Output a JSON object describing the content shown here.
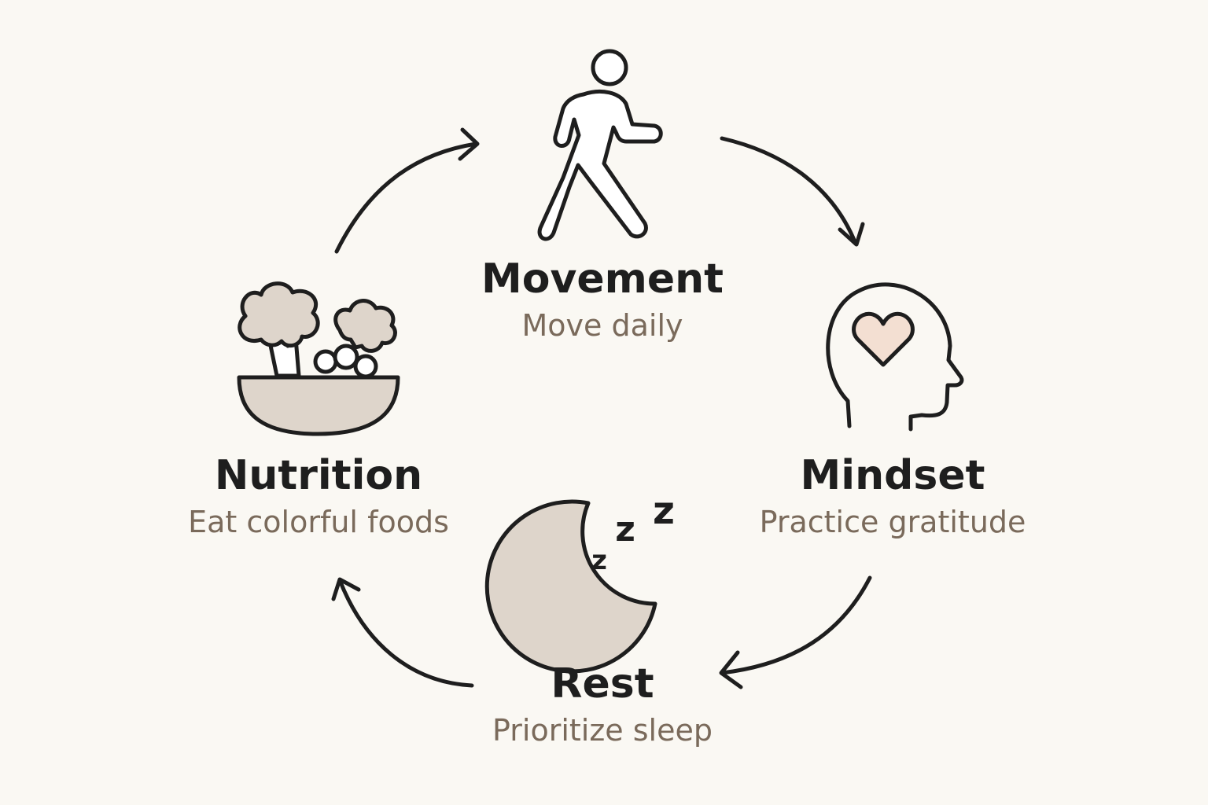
{
  "colors": {
    "background": "#faf8f3",
    "stroke": "#1e1e1e",
    "fill_beige": "#ded5cb",
    "fill_heart": "#f3dfd2",
    "subtitle": "#7a6a5b"
  },
  "stages": [
    {
      "id": "movement",
      "icon": "walking-person-icon",
      "title": "Movement",
      "subtitle": "Move daily"
    },
    {
      "id": "mindset",
      "icon": "head-heart-icon",
      "title": "Mindset",
      "subtitle": "Practice gratitude"
    },
    {
      "id": "rest",
      "icon": "moon-sleep-icon",
      "title": "Rest",
      "subtitle": "Prioritize sleep"
    },
    {
      "id": "nutrition",
      "icon": "salad-bowl-icon",
      "title": "Nutrition",
      "subtitle": "Eat colorful foods"
    }
  ],
  "icons": {
    "sleep_glyph": "z"
  }
}
